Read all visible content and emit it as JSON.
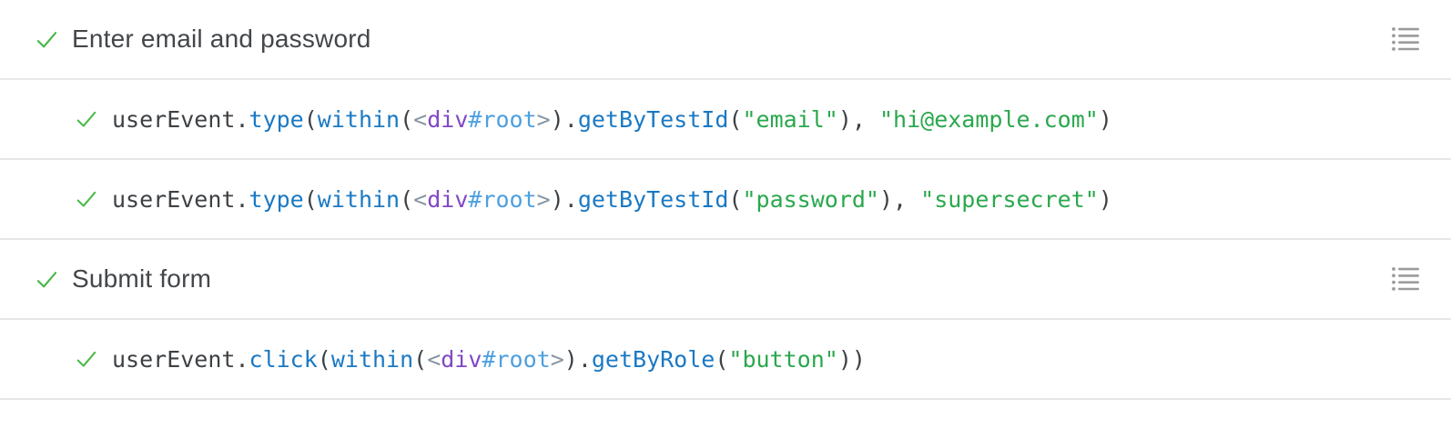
{
  "colors": {
    "background": "#ffffff",
    "divider": "#e7e7e7",
    "header_text": "#43464a",
    "code_plain": "#3e4144",
    "code_method": "#1a79c4",
    "code_bracket": "#8795a3",
    "code_tag": "#8147c5",
    "code_id": "#4fa0de",
    "code_string": "#2aa84d",
    "checkmark_green": "#4bb848",
    "icon_gray": "#9b9b9b"
  },
  "steps": {
    "header1": {
      "label": "Enter email and password",
      "status": "passed",
      "icon": "list-icon"
    },
    "header2": {
      "label": "Submit form",
      "status": "passed",
      "icon": "list-icon"
    }
  },
  "commands": {
    "cmd1": {
      "status": "passed",
      "full_text": "userEvent.type(within(<div#root>).getByTestId(\"email\"), \"hi@example.com\")",
      "tokens": [
        {
          "c": "plain",
          "t": "userEvent."
        },
        {
          "c": "method",
          "t": "type"
        },
        {
          "c": "plain",
          "t": "("
        },
        {
          "c": "method",
          "t": "within"
        },
        {
          "c": "plain",
          "t": "("
        },
        {
          "c": "bracket",
          "t": "<"
        },
        {
          "c": "tag",
          "t": "div"
        },
        {
          "c": "id",
          "t": "#root"
        },
        {
          "c": "bracket",
          "t": ">"
        },
        {
          "c": "plain",
          "t": ")."
        },
        {
          "c": "method",
          "t": "getByTestId"
        },
        {
          "c": "plain",
          "t": "("
        },
        {
          "c": "string",
          "t": "\"email\""
        },
        {
          "c": "plain",
          "t": "), "
        },
        {
          "c": "string",
          "t": "\"hi@example.com\""
        },
        {
          "c": "plain",
          "t": ")"
        }
      ]
    },
    "cmd2": {
      "status": "passed",
      "full_text": "userEvent.type(within(<div#root>).getByTestId(\"password\"), \"supersecret\")",
      "tokens": [
        {
          "c": "plain",
          "t": "userEvent."
        },
        {
          "c": "method",
          "t": "type"
        },
        {
          "c": "plain",
          "t": "("
        },
        {
          "c": "method",
          "t": "within"
        },
        {
          "c": "plain",
          "t": "("
        },
        {
          "c": "bracket",
          "t": "<"
        },
        {
          "c": "tag",
          "t": "div"
        },
        {
          "c": "id",
          "t": "#root"
        },
        {
          "c": "bracket",
          "t": ">"
        },
        {
          "c": "plain",
          "t": ")."
        },
        {
          "c": "method",
          "t": "getByTestId"
        },
        {
          "c": "plain",
          "t": "("
        },
        {
          "c": "string",
          "t": "\"password\""
        },
        {
          "c": "plain",
          "t": "), "
        },
        {
          "c": "string",
          "t": "\"supersecret\""
        },
        {
          "c": "plain",
          "t": ")"
        }
      ]
    },
    "cmd3": {
      "status": "passed",
      "full_text": "userEvent.click(within(<div#root>).getByRole(\"button\"))",
      "tokens": [
        {
          "c": "plain",
          "t": "userEvent."
        },
        {
          "c": "method",
          "t": "click"
        },
        {
          "c": "plain",
          "t": "("
        },
        {
          "c": "method",
          "t": "within"
        },
        {
          "c": "plain",
          "t": "("
        },
        {
          "c": "bracket",
          "t": "<"
        },
        {
          "c": "tag",
          "t": "div"
        },
        {
          "c": "id",
          "t": "#root"
        },
        {
          "c": "bracket",
          "t": ">"
        },
        {
          "c": "plain",
          "t": ")."
        },
        {
          "c": "method",
          "t": "getByRole"
        },
        {
          "c": "plain",
          "t": "("
        },
        {
          "c": "string",
          "t": "\"button\""
        },
        {
          "c": "plain",
          "t": "))"
        }
      ]
    }
  }
}
